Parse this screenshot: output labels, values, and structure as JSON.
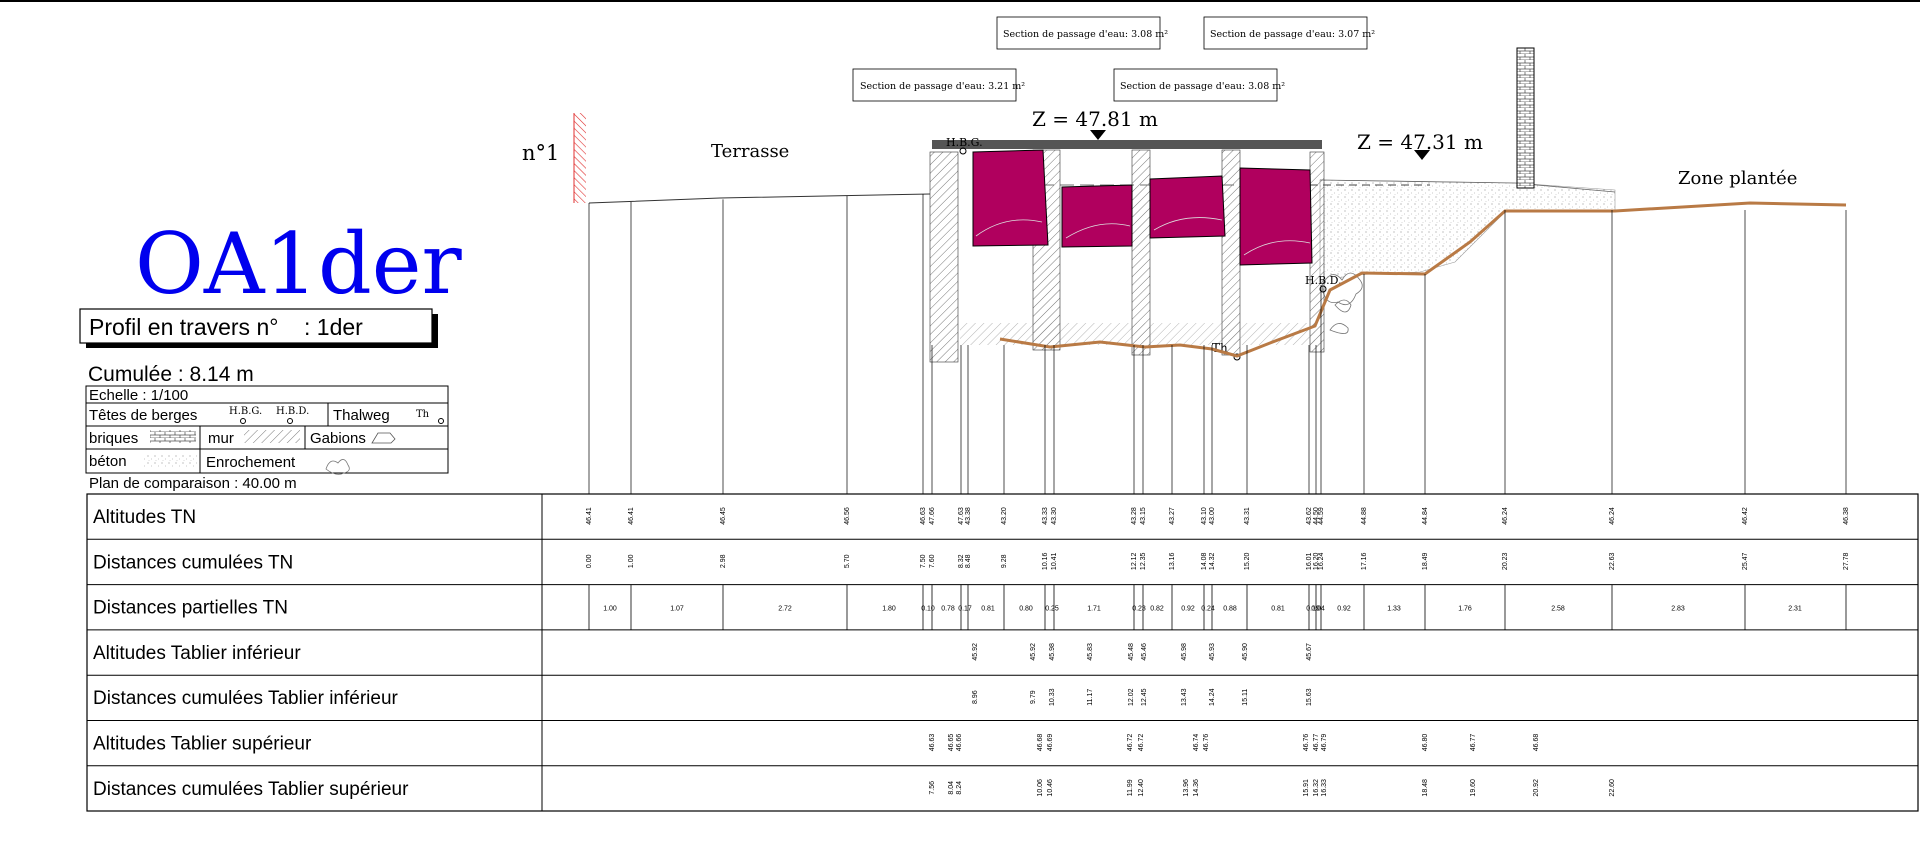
{
  "title": {
    "code": "OA1der",
    "profile_box": "Profil en travers n°    : 1der",
    "cumulee": "Cumulée : 8.14 m",
    "echelle": "Echelle : 1/100",
    "plan_comparaison": "Plan de comparaison : 40.00 m"
  },
  "legend": {
    "tetes_de_berges": "Têtes de berges",
    "hbg_sym": "H.B.G.",
    "hbd_sym": "H.B.D.",
    "thalweg": "Thalweg",
    "th_sym": "Th",
    "briques": "briques",
    "mur": "mur",
    "gabions": "Gabions",
    "beton": "béton",
    "enrochement": "Enrochement"
  },
  "drawing": {
    "profile_no": "n°1",
    "terrasse": "Terrasse",
    "zone_plantee": "Zone plantée",
    "z_left": "Z = 47.81 m",
    "z_right": "Z = 47.31 m",
    "hbg": "H.B.G.",
    "hbd": "H.B.D.",
    "th": "Th",
    "sections": [
      "Section de passage d'eau: 3.21 m²",
      "Section de passage d'eau: 3.08 m²",
      "Section de passage d'eau: 3.08 m²",
      "Section de passage d'eau: 3.07 m²"
    ]
  },
  "table": {
    "rows": [
      {
        "label": "Altitudes TN",
        "values": [
          "46.41",
          "46.41",
          "46.45",
          "46.56",
          "46.63",
          "47.66",
          "47.63",
          "43.38",
          "43.20",
          "43.33",
          "43.30",
          "43.28",
          "43.15",
          "43.27",
          "43.10",
          "43.00",
          "43.31",
          "43.62",
          "44.50",
          "44.59",
          "44.88",
          "44.84",
          "46.24",
          "46.24",
          "46.42",
          "46.38"
        ]
      },
      {
        "label": "Distances cumulées TN",
        "values": [
          "0.00",
          "1.00",
          "2.98",
          "5.70",
          "7.50",
          "7.60",
          "8.32",
          "8.48",
          "9.28",
          "10.16",
          "10.41",
          "12.12",
          "12.35",
          "13.16",
          "14.08",
          "14.32",
          "15.20",
          "16.01",
          "16.20",
          "16.24",
          "17.16",
          "18.49",
          "20.23",
          "22.63",
          "25.47",
          "27.78"
        ]
      },
      {
        "label": "Distances partielles TN",
        "values": [
          "1.00",
          "1.07",
          "2.72",
          "1.80",
          "0.10",
          "0.78",
          "0.17",
          "0.81",
          "0.80",
          "0.25",
          "1.71",
          "0.23",
          "0.82",
          "0.92",
          "0.24",
          "0.88",
          "0.81",
          "0.19",
          "0.04",
          "0.92",
          "1.33",
          "1.76",
          "2.58",
          "2.83",
          "2.31"
        ]
      },
      {
        "label": "Altitudes Tablier inférieur",
        "values": [
          "45.92",
          "45.92",
          "45.98",
          "45.83",
          "45.48",
          "45.46",
          "45.98",
          "45.93",
          "45.90",
          "45.67"
        ]
      },
      {
        "label": "Distances cumulées Tablier inférieur",
        "values": [
          "8.96",
          "9.79",
          "10.33",
          "11.17",
          "12.02",
          "12.45",
          "13.43",
          "14.24",
          "15.11",
          "15.63"
        ]
      },
      {
        "label": "Altitudes Tablier supérieur",
        "values": [
          "46.63",
          "46.65",
          "46.66",
          "46.68",
          "46.69",
          "46.72",
          "46.72",
          "46.74",
          "46.76",
          "46.76",
          "46.77",
          "46.79",
          "46.80",
          "46.77",
          "46.68"
        ]
      },
      {
        "label": "Distances cumulées Tablier supérieur",
        "values": [
          "7.56",
          "8.04",
          "8.24",
          "10.06",
          "10.46",
          "11.99",
          "12.40",
          "13.96",
          "14.36",
          "15.91",
          "16.32",
          "16.33",
          "18.48",
          "19.60",
          "20.92",
          "22.60"
        ]
      }
    ]
  },
  "colors": {
    "ink": "#000000",
    "title_blue": "#0000ee",
    "culvert": "#b0005e",
    "riverbed": "#b97a45",
    "hatch": "#888888",
    "red_hatch": "#e03030"
  }
}
